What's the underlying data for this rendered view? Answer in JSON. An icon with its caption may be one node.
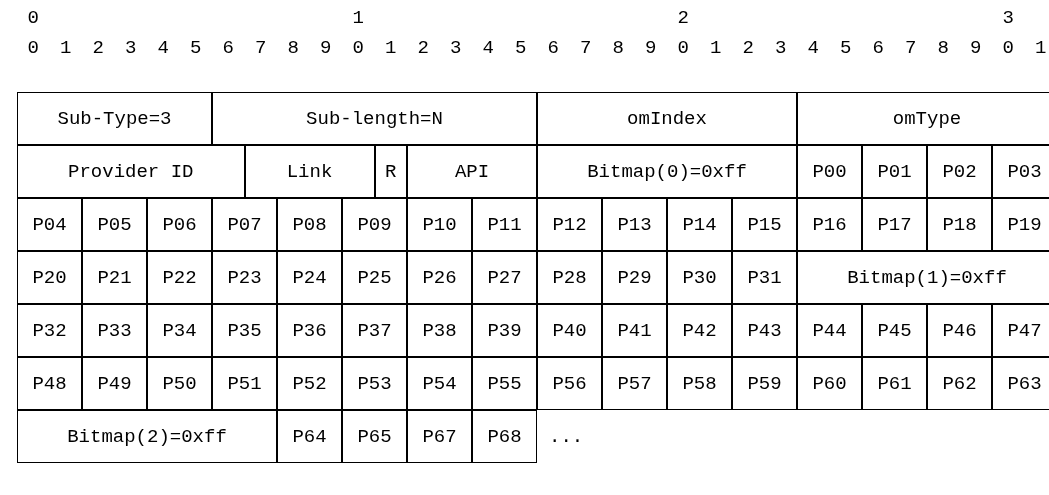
{
  "diagram": {
    "labels": [
      "0",
      "1",
      "2",
      "3",
      "0",
      "1",
      "2",
      "3",
      "4",
      "5",
      "6",
      "7",
      "8",
      "9",
      "0",
      "1",
      "2",
      "3",
      "4",
      "5",
      "6",
      "7",
      "8",
      "9",
      "0",
      "1",
      "2",
      "3",
      "4",
      "5",
      "6",
      "7",
      "8",
      "9",
      "0",
      "1",
      "Sub-Type=3",
      "Sub-length=N",
      "omIndex",
      "omType",
      "Provider ID",
      "Link",
      "R",
      "API",
      "Bitmap(0)=0xff",
      "P00",
      "P01",
      "P02",
      "P03",
      "P04",
      "P05",
      "P06",
      "P07",
      "P08",
      "P09",
      "P10",
      "P11",
      "P12",
      "P13",
      "P14",
      "P15",
      "P16",
      "P17",
      "P18",
      "P19",
      "P20",
      "P21",
      "P22",
      "P23",
      "P24",
      "P25",
      "P26",
      "P27",
      "P28",
      "P29",
      "P30",
      "P31",
      "Bitmap(1)=0xff",
      "P32",
      "P33",
      "P34",
      "P35",
      "P36",
      "P37",
      "P38",
      "P39",
      "P40",
      "P41",
      "P42",
      "P43",
      "P44",
      "P45",
      "P46",
      "P47",
      "P48",
      "P49",
      "P50",
      "P51",
      "P52",
      "P53",
      "P54",
      "P55",
      "P56",
      "P57",
      "P58",
      "P59",
      "P60",
      "P61",
      "P62",
      "P63",
      "Bitmap(2)=0xff",
      "P64",
      "P65",
      "P67",
      "P68",
      "..."
    ]
  }
}
